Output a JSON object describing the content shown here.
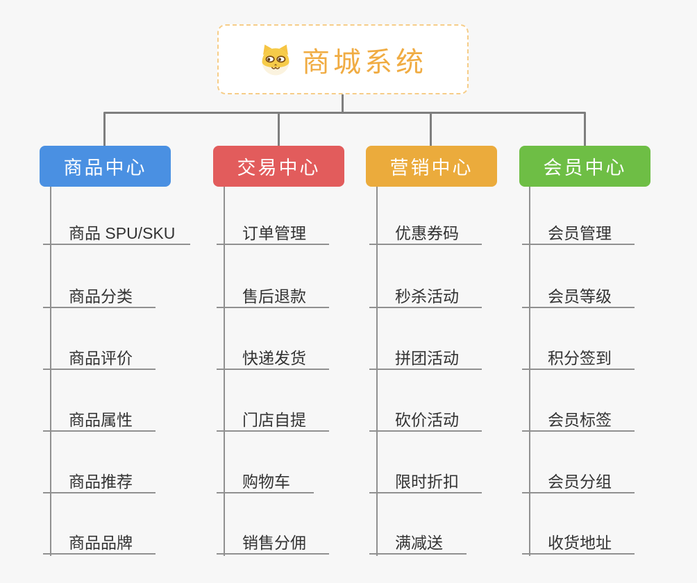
{
  "root": {
    "title": "商城系统",
    "icon": "dog-face-icon"
  },
  "branches": [
    {
      "id": "product-center",
      "label": "商品中心",
      "color": "#4A90E2",
      "children": [
        "商品 SPU/SKU",
        "商品分类",
        "商品评价",
        "商品属性",
        "商品推荐",
        "商品品牌"
      ]
    },
    {
      "id": "trade-center",
      "label": "交易中心",
      "color": "#E25C5C",
      "children": [
        "订单管理",
        "售后退款",
        "快递发货",
        "门店自提",
        "购物车",
        "销售分佣"
      ]
    },
    {
      "id": "marketing-center",
      "label": "营销中心",
      "color": "#EBAB3C",
      "children": [
        "优惠券码",
        "秒杀活动",
        "拼团活动",
        "砍价活动",
        "限时折扣",
        "满减送"
      ]
    },
    {
      "id": "member-center",
      "label": "会员中心",
      "color": "#6EBE45",
      "children": [
        "会员管理",
        "会员等级",
        "积分签到",
        "会员标签",
        "会员分组",
        "收货地址"
      ]
    }
  ],
  "colors": {
    "background": "#F7F7F7",
    "connector": "#7E7E7E",
    "child_line": "#909090",
    "child_text": "#333333",
    "root_text": "#F0AC43",
    "root_border": "#F6CD88"
  }
}
